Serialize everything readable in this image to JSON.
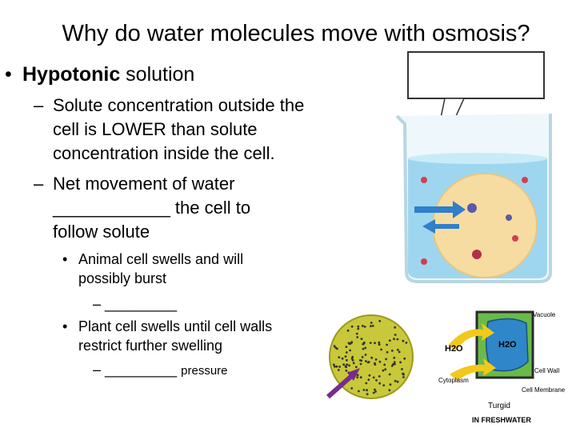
{
  "slide": {
    "title": "Why do water molecules move with osmosis?",
    "bullet_bold": "Hypotonic",
    "bullet_rest": " solution",
    "sub1": "Solute concentration outside the cell is LOWER than solute concentration inside the cell.",
    "sub2": "Net movement of water ____________ the cell to follow solute",
    "sub3": "Animal cell swells and will possibly burst",
    "sub3_blank": "_________",
    "sub4": "Plant cell swells until cell walls restrict further swelling",
    "sub4_blank": "_________",
    "sub4_suffix": "pressure",
    "bullet_char": "•",
    "dash_char": "–"
  },
  "plant_diagram": {
    "h2o_left": "H2O",
    "h2o_right": "H2O",
    "vacuole": "Vacuole",
    "cell_wall": "Cell Wall",
    "cytoplasm": "Cytoplasm",
    "cell_membrane": "Cell Membrane",
    "turgid": "Turgid",
    "in_freshwater": "IN FRESHWATER"
  },
  "colors": {
    "water": "#9fd6ef",
    "cell": "#f7dca1",
    "plant_cell": "#6aba4a",
    "vacuole": "#2f86c8",
    "arrow": "#f2c81b",
    "lysis_cell": "#c8c83a"
  }
}
